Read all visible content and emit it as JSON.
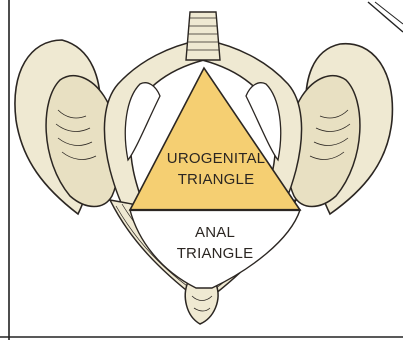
{
  "diagram": {
    "regions": [
      {
        "id": "urogenital",
        "lines": [
          "UROGENITAL",
          "TRIANGLE"
        ],
        "fill": "#f5cf72"
      },
      {
        "id": "anal",
        "lines": [
          "ANAL",
          "TRIANGLE"
        ],
        "fill": "#ffffff"
      }
    ],
    "colors": {
      "bone": "#efe9d2",
      "bone_shadow": "#d8cfae",
      "outline": "#2b2622",
      "border": "#222222"
    }
  }
}
